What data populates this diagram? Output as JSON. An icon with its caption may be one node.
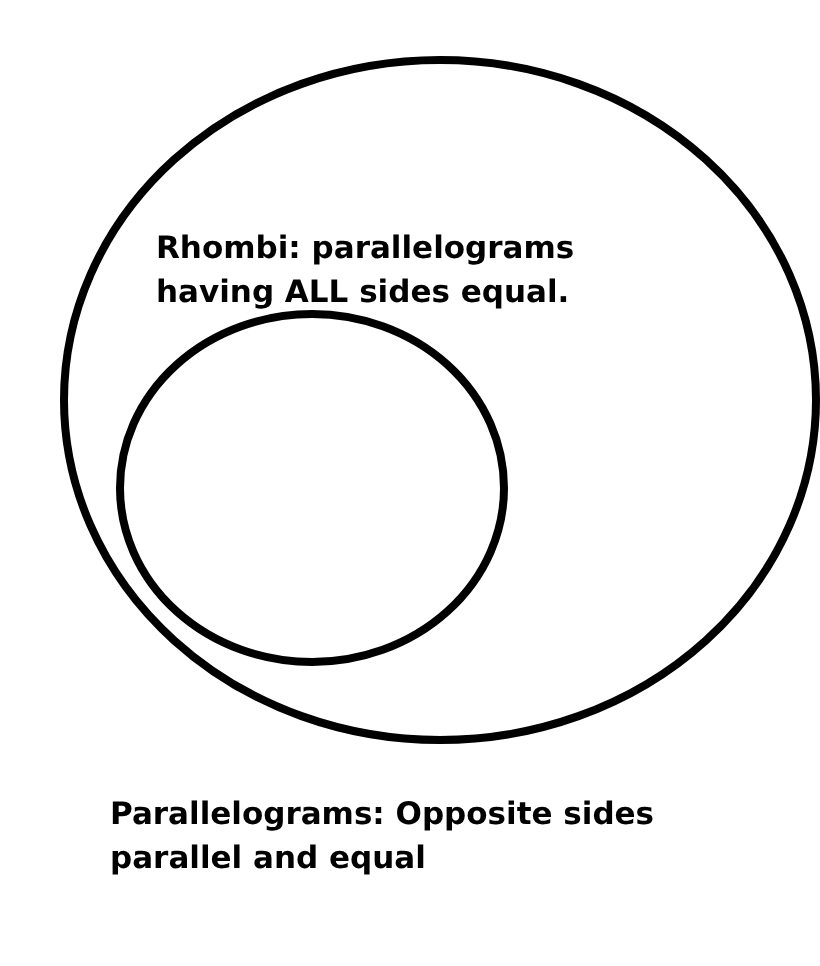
{
  "diagram": {
    "nodes": [
      {
        "text": [
          "Parallelograms: Opposite sides parallel and equal"
        ]
      },
      {
        "text": [
          "Rhombi: parallelograms having ALL sides equal."
        ],
        "in": 0
      }
    ]
  }
}
